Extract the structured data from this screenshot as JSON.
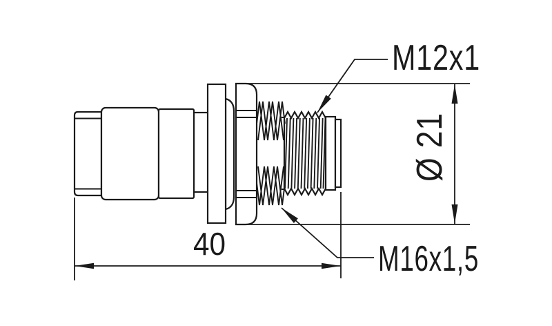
{
  "drawing": {
    "background_color": "#ffffff",
    "line_color": "#1a1a1a",
    "annotations": {
      "thread_label_top": "M12x1",
      "thread_label_bottom": "M16x1,5",
      "length_dimension": "40",
      "diameter_dimension": "Ø 21"
    }
  }
}
